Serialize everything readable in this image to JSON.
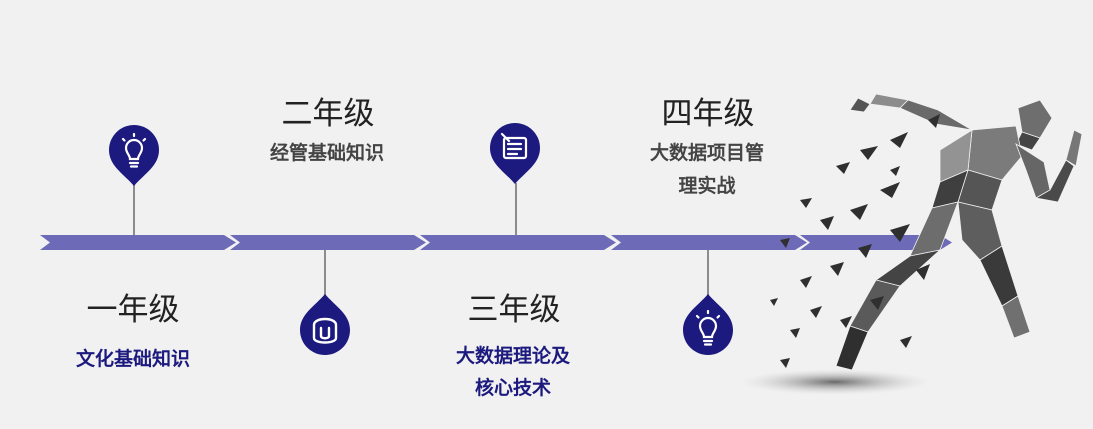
{
  "colors": {
    "arrow": "#6d6ab8",
    "pin": "#1c1a7e",
    "text_dark": "#222222",
    "text_blue": "#1c1a7e",
    "text_gray": "#444444",
    "runner": "#555555"
  },
  "milestones": [
    {
      "title": "一年级",
      "lines": [
        "文化基础知识"
      ],
      "icon": "lightbulb-icon"
    },
    {
      "title": "二年级",
      "lines": [
        "经管基础知识"
      ],
      "icon": "lightbulb-icon"
    },
    {
      "title": "三年级",
      "lines": [
        "大数据理论及",
        "核心技术"
      ],
      "icon": "document-icon"
    },
    {
      "title": "四年级",
      "lines": [
        "大数据项目管",
        "理实战"
      ],
      "icon": "book-icon"
    }
  ],
  "extra_icon": "lightbulb-icon",
  "decoration": "running-man-illustration"
}
